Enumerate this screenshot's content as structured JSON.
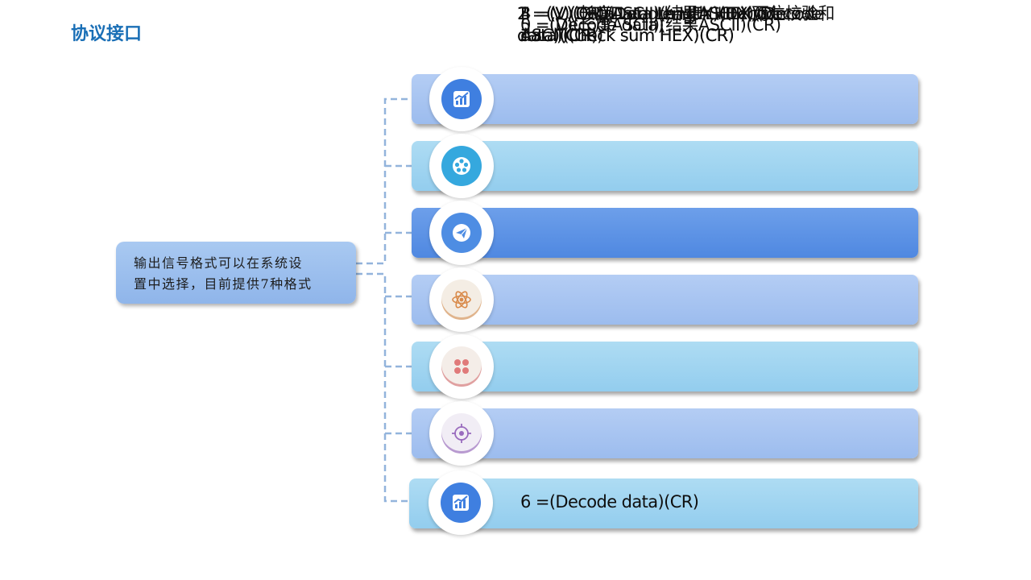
{
  "title": "协议接口",
  "summary": {
    "line1": "输出信号格式可以在系统设",
    "line2": "置中选择，目前提供7种格式"
  },
  "colors": {
    "title": "#1a6fb6",
    "connector": "#93b4dc",
    "bar_blue": "#a4c2f0",
    "bar_cyan": "#9dd3f0",
    "bar_deep": "#5b92e5"
  },
  "formats": [
    {
      "id": 0,
      "label": "0 =(Decode data)",
      "icon": "trend-chart-icon"
    },
    {
      "id": 1,
      "label": "1 =(V)(Data Length HEX)(Decode\ndata)(Check sum HEX)(CR)",
      "icon": "film-reel-icon"
    },
    {
      "id": 2,
      "label": "2 =(V)(CR)(Data Length HEX)(Decode\ndata)(Check sum HEX)(CR)",
      "icon": "paper-plane-icon"
    },
    {
      "id": 3,
      "label": "3 =(V)(CR)(Data Length HEX)(Decode\ndata)(CR)",
      "icon": "atom-icon"
    },
    {
      "id": 4,
      "label": "4 =(V)(长度ASCII)(结果ASCII)(两位校验和\nASCII)(CR)",
      "icon": "clover-icon"
    },
    {
      "id": 5,
      "label": "5 =(V)(长度ASCII)(结果ASCII)(CR)",
      "icon": "crosshair-icon"
    },
    {
      "id": 6,
      "label": "6 =(Decode data)(CR)",
      "icon": "trend-chart-icon"
    }
  ]
}
